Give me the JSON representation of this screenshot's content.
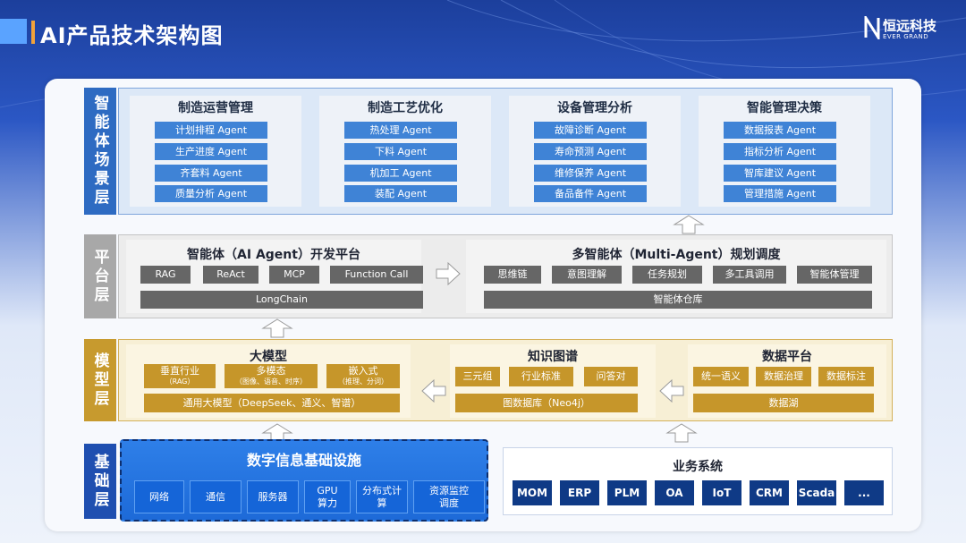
{
  "page": {
    "title": "AI产品技术架构图"
  },
  "logo": {
    "name": "恒远科技",
    "sub": "EVER GRAND"
  },
  "layers": {
    "scene": {
      "label": "智能体场景层",
      "groups": [
        {
          "title": "制造运营管理",
          "items": [
            "计划排程 Agent",
            "生产进度 Agent",
            "齐套料 Agent",
            "质量分析 Agent"
          ]
        },
        {
          "title": "制造工艺优化",
          "items": [
            "热处理 Agent",
            "下料 Agent",
            "机加工 Agent",
            "装配 Agent"
          ]
        },
        {
          "title": "设备管理分析",
          "items": [
            "故障诊断 Agent",
            "寿命预测 Agent",
            "维修保养 Agent",
            "备品备件 Agent"
          ]
        },
        {
          "title": "智能管理决策",
          "items": [
            "数据报表 Agent",
            "指标分析 Agent",
            "智库建议 Agent",
            "管理措施 Agent"
          ]
        }
      ]
    },
    "platform": {
      "label": "平台层",
      "agent_dev": {
        "title": "智能体（AI Agent）开发平台",
        "items": [
          "RAG",
          "ReAct",
          "MCP",
          "Function Call"
        ],
        "base": "LongChain"
      },
      "multi_agent": {
        "title": "多智能体（Multi-Agent）规划调度",
        "items": [
          "思维链",
          "意图理解",
          "任务规划",
          "多工具调用",
          "智能体管理"
        ],
        "base": "智能体仓库"
      }
    },
    "model": {
      "label": "模型层",
      "llm": {
        "title": "大模型",
        "items": [
          {
            "main": "垂直行业",
            "sub": "（RAG）"
          },
          {
            "main": "多模态",
            "sub": "（图像、语音、时序）"
          },
          {
            "main": "嵌入式",
            "sub": "（推理、分词）"
          }
        ],
        "base": "通用大模型（DeepSeek、通义、智谱）"
      },
      "kg": {
        "title": "知识图谱",
        "items": [
          "三元组",
          "行业标准",
          "问答对"
        ],
        "base": "图数据库（Neo4j）"
      },
      "data": {
        "title": "数据平台",
        "items": [
          "统一语义",
          "数据治理",
          "数据标注"
        ],
        "base": "数据湖"
      }
    },
    "base": {
      "label": "基础层",
      "digital": {
        "title": "数字信息基础设施",
        "items": [
          {
            "l1": "网络",
            "l2": ""
          },
          {
            "l1": "通信",
            "l2": ""
          },
          {
            "l1": "服务器",
            "l2": ""
          },
          {
            "l1": "GPU",
            "l2": "算力"
          },
          {
            "l1": "分布式计",
            "l2": "算"
          },
          {
            "l1": "资源监控",
            "l2": "调度"
          }
        ]
      },
      "business": {
        "title": "业务系统",
        "items": [
          "MOM",
          "ERP",
          "PLM",
          "OA",
          "IoT",
          "CRM",
          "Scada",
          "..."
        ]
      }
    }
  }
}
